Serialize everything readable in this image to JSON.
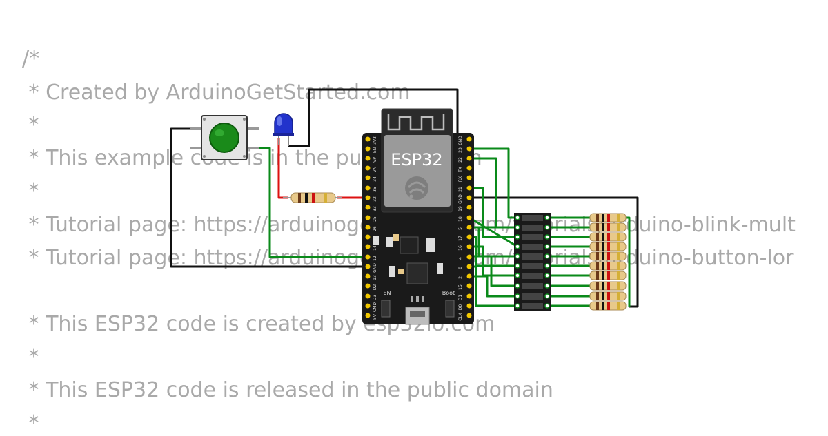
{
  "code_comment": {
    "lines": [
      "/*",
      " * Created by ArduinoGetStarted.com",
      " *",
      " * This example code is in the public domain",
      " *",
      " * Tutorial page: https://arduinogetstarted.com/tutorials/arduino-blink-mult",
      " * Tutorial page: https://arduinogetstarted.com/tutorials/arduino-button-lor",
      "",
      " * This ESP32 code is created by esp32io.com",
      " *",
      " * This ESP32 code is released in the public domain",
      " *"
    ]
  },
  "board": {
    "chip_label": "ESP32",
    "en_label": "EN",
    "boot_label": "Boot",
    "left_pins": [
      "3V3",
      "EN",
      "VP",
      "VN",
      "34",
      "35",
      "32",
      "33",
      "25",
      "26",
      "27",
      "14",
      "12",
      "GND",
      "13",
      "D2",
      "D3",
      "CMD",
      "5V"
    ],
    "right_pins": [
      "GND",
      "23",
      "22",
      "TX",
      "RX",
      "21",
      "GND",
      "19",
      "18",
      "5",
      "17",
      "16",
      "4",
      "0",
      "2",
      "15",
      "D1",
      "D0",
      "CLK"
    ]
  },
  "components": {
    "button_color": "#1a8a1a",
    "led_color": "#2233cc",
    "wire_green": "#0a8a1a",
    "wire_black": "#111111",
    "wire_red": "#dd1111"
  }
}
